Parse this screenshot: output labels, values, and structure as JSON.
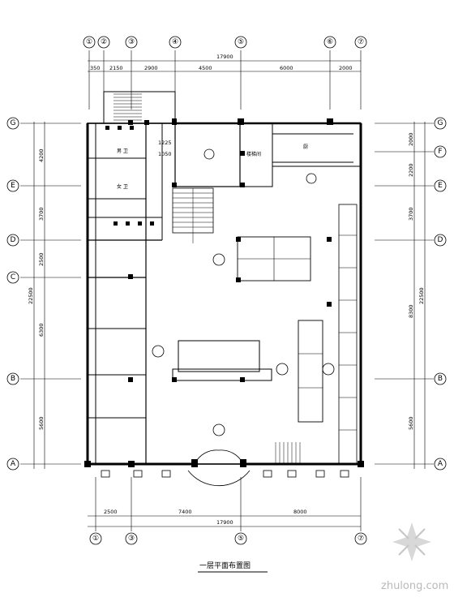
{
  "title": "一层平面布置图",
  "watermark": "zhulong.com",
  "axes_top": [
    "①",
    "②",
    "③",
    "④",
    "⑤",
    "⑥",
    "⑦"
  ],
  "axes_bottom": [
    "①",
    "③",
    "⑤",
    "⑦"
  ],
  "axes_left": [
    "G",
    "E",
    "D",
    "C",
    "B",
    "A"
  ],
  "axes_right": [
    "G",
    "F",
    "E",
    "D",
    "B",
    "A"
  ],
  "dims_top": [
    "350",
    "2150",
    "2900",
    "4500",
    "6000",
    "2000"
  ],
  "dim_top_total": "17900",
  "dims_bottom": [
    "2500",
    "7400",
    "8000"
  ],
  "dim_bottom_total": "17900",
  "dims_left": [
    "4200",
    "3700",
    "2500",
    "6300",
    "5600"
  ],
  "dim_left_total": "22500",
  "dims_right": [
    "2000",
    "2200",
    "3700",
    "8300",
    "5600"
  ],
  "dim_right_total": "22500",
  "inner_dims": [
    "1225",
    "1050"
  ],
  "room_labels": [
    "男 卫",
    "女 卫",
    "楼梯间",
    "厨"
  ]
}
